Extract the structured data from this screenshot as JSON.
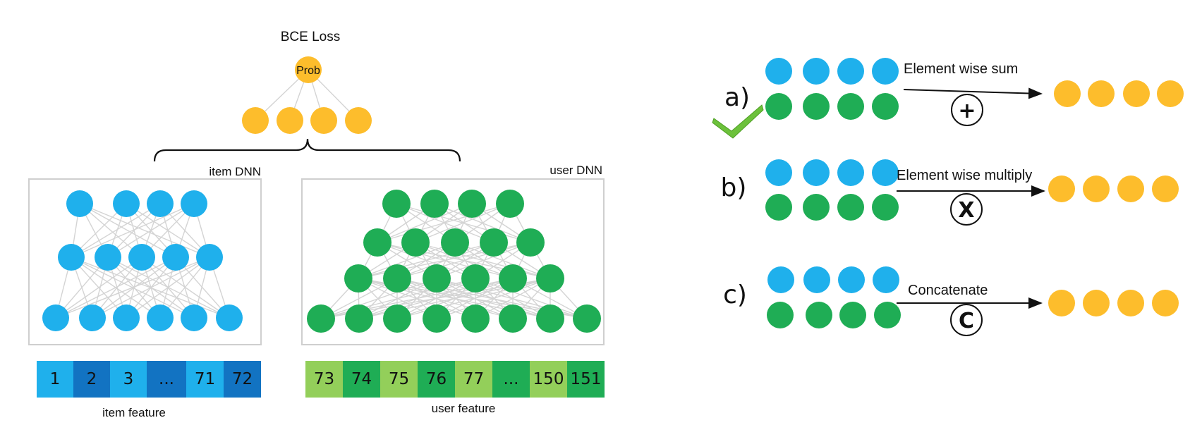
{
  "title": "BCE Loss",
  "prob_label": "Prob",
  "item_dnn_label": "item DNN",
  "user_dnn_label": "user DNN",
  "item_feature_label": "item feature",
  "user_feature_label": "user feature",
  "item_features": [
    "1",
    "2",
    "3",
    "...",
    "71",
    "72"
  ],
  "user_features": [
    "73",
    "74",
    "75",
    "76",
    "77",
    "...",
    "150",
    "151"
  ],
  "options": [
    {
      "letter": "a)",
      "label": "Element wise sum",
      "operator": "+",
      "selected": true
    },
    {
      "letter": "b)",
      "label": "Element wise multiply",
      "operator": "X",
      "selected": false
    },
    {
      "letter": "c)",
      "label": "Concatenate",
      "operator": "C",
      "selected": false
    }
  ],
  "colors": {
    "blue": "#1fb0ec",
    "dark_blue": "#1273c2",
    "green": "#1fad55",
    "light_green": "#93cf5a",
    "orange": "#fdbd2c",
    "check_green": "#6cc13b"
  }
}
